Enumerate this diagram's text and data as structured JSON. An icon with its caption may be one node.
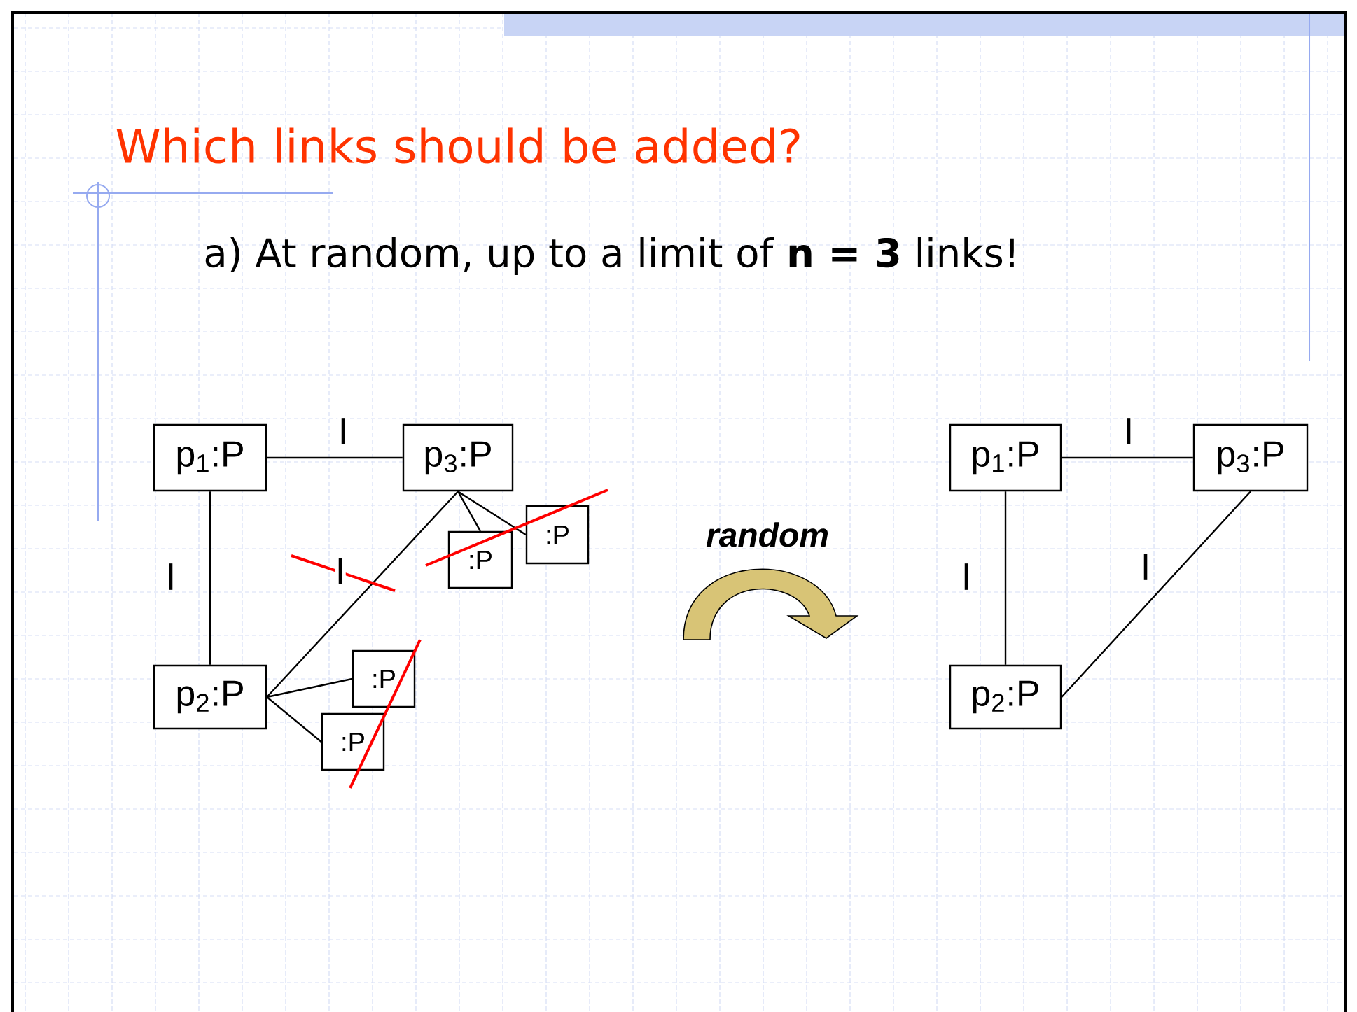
{
  "diagram": {
    "title": "Which links should be added?",
    "nodes": [
      {
        "text": [
          "p$_{1}$:P"
        ]
      },
      {
        "text": [
          "p$_{3}$:P"
        ]
      },
      {
        "text": [
          "p$_{2}$:P"
        ]
      },
      {
        "text": [
          ":P"
        ]
      },
      {
        "text": [
          ":P"
        ]
      },
      {
        "text": [
          ":P"
        ]
      },
      {
        "text": [
          ":P"
        ]
      },
      {
        "text": [
          "p$_{1}$:P"
        ]
      },
      {
        "text": [
          "p$_{3}$:P"
        ]
      },
      {
        "text": [
          "p$_{2}$:P"
        ]
      }
    ],
    "edges": [
      {
        "from": 0,
        "to": 1,
        "arrow": "none",
        "label": "l"
      },
      {
        "from": 0,
        "to": 2,
        "arrow": "none",
        "label": "l"
      },
      {
        "from": 2,
        "to": 1,
        "arrow": "none",
        "label": "l"
      },
      {
        "from": 1,
        "to": 3,
        "arrow": "none"
      },
      {
        "from": 1,
        "to": 4,
        "arrow": "none"
      },
      {
        "from": 2,
        "to": 5,
        "arrow": "none"
      },
      {
        "from": 2,
        "to": 6,
        "arrow": "none"
      },
      {
        "from": 7,
        "to": 8,
        "arrow": "none",
        "label": "l"
      },
      {
        "from": 7,
        "to": 9,
        "arrow": "none",
        "label": "l"
      },
      {
        "from": 9,
        "to": 8,
        "arrow": "none",
        "label": "l"
      }
    ],
    "labels": [
      "a) At random, up to a limit of **n = 3** links!",
      "random"
    ]
  }
}
